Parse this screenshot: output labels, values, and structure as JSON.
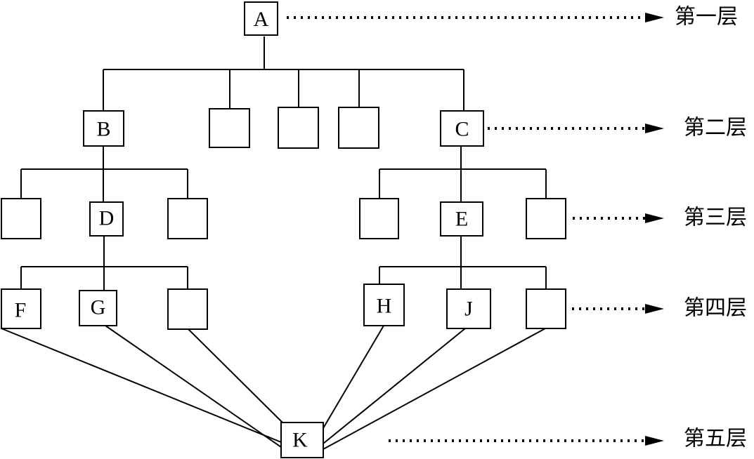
{
  "nodes": {
    "A": "A",
    "B": "B",
    "C": "C",
    "D": "D",
    "E": "E",
    "F": "F",
    "G": "G",
    "H": "H",
    "J": "J",
    "K": "K"
  },
  "levels": [
    "第一层",
    "第二层",
    "第三层",
    "第四层",
    "第五层"
  ],
  "colors": {
    "line": "#000000",
    "background": "#ffffff"
  }
}
